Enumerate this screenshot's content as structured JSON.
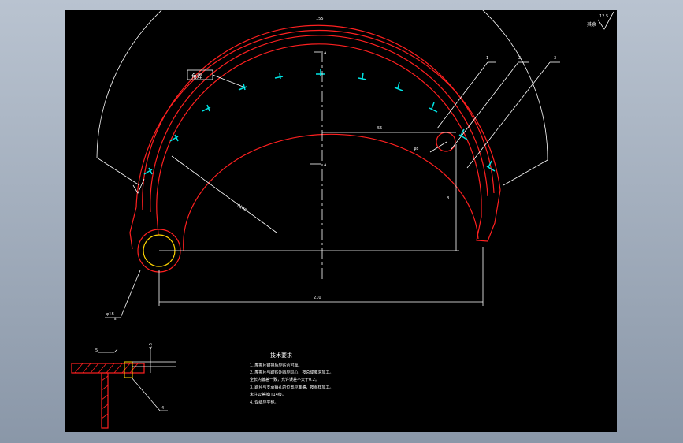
{
  "drawing": {
    "top_span_dim": "155",
    "center_right_dim": "55",
    "bottom_span_dim": "210",
    "vertical_dim": "8",
    "small_circle_dim": "φ8",
    "radius_dim": "R148",
    "pin_circle_dim": "φ18",
    "pin_circle_sub": "8",
    "leader_1": "1",
    "leader_2": "2",
    "leader_3": "3",
    "leader_4": "4",
    "leader_5": "5",
    "section_mark_top": "A",
    "section_mark_mid": "A",
    "weld_box_label": "角焊",
    "roughness_value": "12.5",
    "roughness_prefix": "其余",
    "detail_dim": "4.5",
    "notes_title": "技术要求",
    "notes": [
      "1. 摩擦片铆接后应贴合可靠。",
      "2. 摩擦片与蹄铁外圆应同心，按总成要求加工。",
      "   全长内偏差一致，允许误差不大于0.2。",
      "3. 蹄片与支承销孔的位置应准确，按图样加工。",
      "   未注公差按IT14级。",
      "4. 焊缝应平整。"
    ]
  },
  "colors": {
    "background": "#000000",
    "red": "#ff2020",
    "white": "#ffffff",
    "cyan": "#00e5e5",
    "yellow": "#ffd400"
  }
}
